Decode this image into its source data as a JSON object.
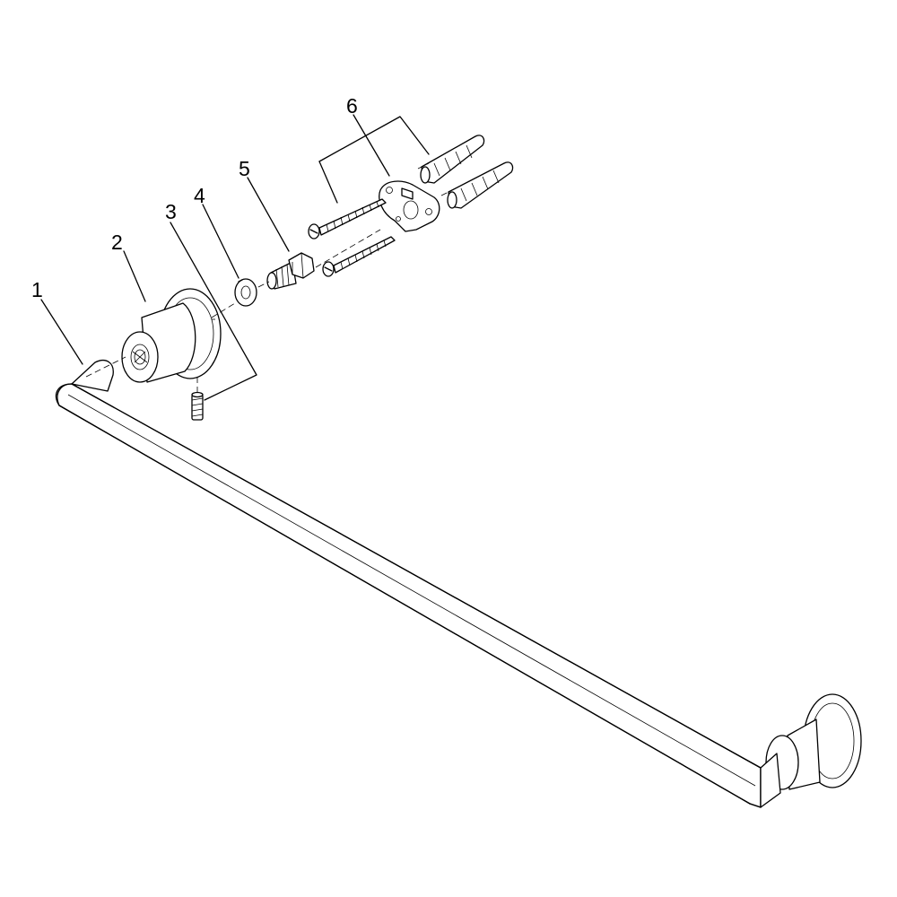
{
  "figure": {
    "labels": {
      "p1": "1",
      "p2": "2",
      "p3": "3",
      "p4": "4",
      "p5": "5",
      "p6": "6"
    },
    "line_color": "#000000",
    "background": "#ffffff"
  }
}
